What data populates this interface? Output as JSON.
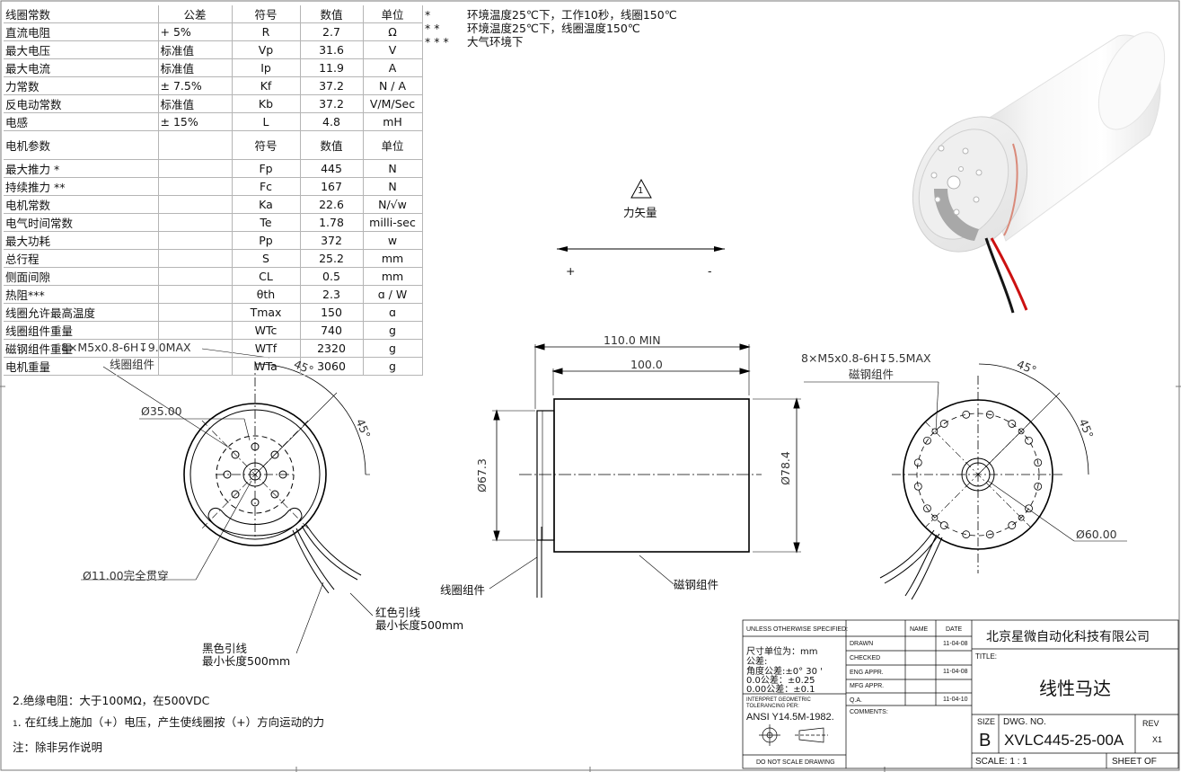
{
  "table": {
    "header1": [
      "线圈常数",
      "公差",
      "符号",
      "数值",
      "单位"
    ],
    "rows1": [
      [
        "直流电阻",
        "+ 5%",
        "R",
        "2.7",
        "Ω"
      ],
      [
        "最大电压",
        "标准值",
        "Vp",
        "31.6",
        "V"
      ],
      [
        "最大电流",
        "标准值",
        "Ip",
        "11.9",
        "A"
      ],
      [
        "力常数",
        "± 7.5%",
        "Kf",
        "37.2",
        "N / A"
      ],
      [
        "反电动常数",
        "标准值",
        "Kb",
        "37.2",
        "V/M/Sec"
      ],
      [
        "电感",
        "± 15%",
        "L",
        "4.8",
        "mH"
      ]
    ],
    "header2": [
      "电机参数",
      "",
      "符号",
      "数值",
      "单位"
    ],
    "rows2": [
      [
        "最大推力  *",
        "",
        "Fp",
        "445",
        "N"
      ],
      [
        "持续推力  **",
        "",
        "Fc",
        "167",
        "N"
      ],
      [
        "电机常数",
        "",
        "Ka",
        "22.6",
        "N/√w"
      ],
      [
        "电气时间常数",
        "",
        "Te",
        "1.78",
        "milli-sec"
      ],
      [
        "最大功耗",
        "",
        "Pp",
        "372",
        "w"
      ],
      [
        "总行程",
        "",
        "S",
        "25.2",
        "mm"
      ],
      [
        "侧面间隙",
        "",
        "CL",
        "0.5",
        "mm"
      ],
      [
        "热阻***",
        "",
        "θth",
        "2.3",
        "ɑ / W"
      ],
      [
        "线圈允许最高温度",
        "",
        "Tmax",
        "150",
        "ɑ"
      ],
      [
        "线圈组件重量",
        "",
        "WTc",
        "740",
        "g"
      ],
      [
        "磁钢组件重量",
        "",
        "WTf",
        "2320",
        "g"
      ],
      [
        "电机重量",
        "",
        "WTa",
        "3060",
        "g"
      ]
    ]
  },
  "notes_top": [
    {
      "mark": "*",
      "text": "环境温度25℃下，工作10秒，线圈150℃"
    },
    {
      "mark": "* *",
      "text": "环境温度25℃下，线圈温度150℃"
    },
    {
      "mark": "* * *",
      "text": "大气环境下"
    }
  ],
  "force": {
    "symbol": "1",
    "label": "力矢量",
    "plus": "+",
    "minus": "-"
  },
  "left_view": {
    "hole_note": "8×M5x0.8-6H↧9.0MAX",
    "assembly": "线圈组件",
    "dia1": "Ø35.00",
    "angle1": "45°",
    "angle2": "45°",
    "through": "Ø11.00完全贯穿",
    "red_wire": "红色引线",
    "red_len": "最小长度500mm",
    "black_wire": "黑色引线",
    "black_len": "最小长度500mm"
  },
  "side_view": {
    "dim_total": "110.0 MIN",
    "dim_body": "100.0",
    "dia_small": "Ø67.3",
    "dia_large": "Ø78.4",
    "coil_label": "线圈组件",
    "magnet_label": "磁钢组件"
  },
  "right_view": {
    "hole_note": "8×M5x0.8-6H↧5.5MAX",
    "assembly": "磁钢组件",
    "angle1": "45°",
    "angle2": "45°",
    "dia": "Ø60.00"
  },
  "notes_bottom": {
    "insulation": "2.绝缘电阻：大于100MΩ，在500VDC",
    "n1_symbol": "1",
    "n1_text": ". 在红线上施加（+）电压，产生使线圈按（+）方向运动的力",
    "n0": "注：除非另作说明"
  },
  "title_block": {
    "unless": "UNLESS OTHERWISE SPECIFIED:",
    "name_h": "NAME",
    "date_h": "DATE",
    "unit": "尺寸单位为：mm",
    "tol_h": "公差:",
    "tol_ang": "角度公差:±0° 30 '",
    "tol_1": "0.0公差：±0.25",
    "tol_2": "0.00公差：±0.1",
    "interpret": "INTERPRET GEOMETRIC",
    "tolerancing": "TOLERANCING PER:",
    "ansi": "ANSI Y14.5M-1982.",
    "noscale": "DO NOT SCALE DRAWING",
    "rows": [
      {
        "label": "DRAWN",
        "date": "11-04-08"
      },
      {
        "label": "CHECKED",
        "date": ""
      },
      {
        "label": "ENG APPR.",
        "date": "11-04-08"
      },
      {
        "label": "MFG APPR.",
        "date": ""
      },
      {
        "label": "Q.A.",
        "date": "11-04-10"
      }
    ],
    "comments": "COMMENTS:",
    "company": "北京星微自动化科技有限公司",
    "title_label": "TITLE:",
    "title": "线性马达",
    "size_label": "SIZE",
    "size": "B",
    "dwg_label": "DWG.  NO.",
    "dwg": "XVLC445-25-00A",
    "rev_label": "REV",
    "rev": "X1",
    "scale": "SCALE: 1 : 1",
    "sheet": "SHEET  OF"
  }
}
